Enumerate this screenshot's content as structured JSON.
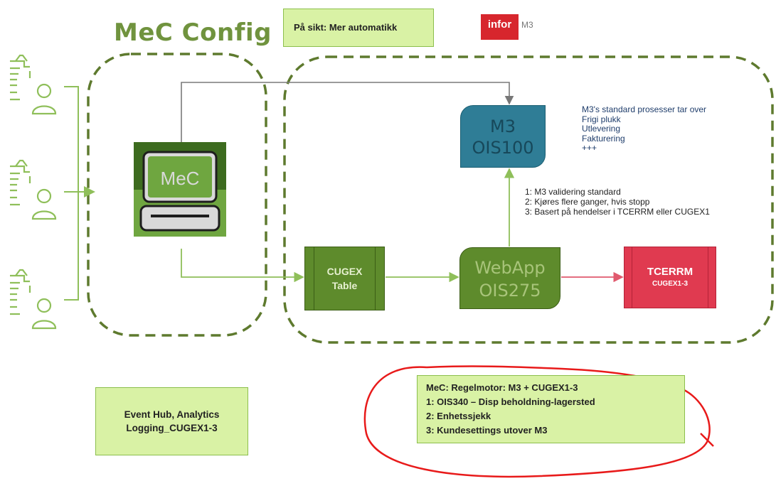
{
  "title": "MeC Config",
  "top_note": "På sikt: Mer automatikk",
  "logo": {
    "brand": "infor",
    "product": "M3",
    "color": "#d7262d"
  },
  "m3_box": {
    "line1": "M3",
    "line2": "OIS100"
  },
  "m3_notes": [
    "M3's standard prosesser tar over",
    "Frigi plukk",
    "Utlevering",
    "Fakturering",
    "+++"
  ],
  "validation_notes": [
    "1: M3 validering standard",
    "2: Kjøres flere ganger, hvis stopp",
    "3: Basert på hendelser i TCERRM eller CUGEX1"
  ],
  "monitor_label": "MeC",
  "cugex_box": {
    "line1": "CUGEX",
    "line2": "Table"
  },
  "webapp_box": {
    "line1": "WebApp",
    "line2": "OIS275"
  },
  "tcerrm_box": {
    "line1": "TCERRM",
    "line2": "CUGEX1-3"
  },
  "event_hub": {
    "line1": "Event Hub, Analytics",
    "line2": "Logging_CUGEX1-3"
  },
  "mec_rules": [
    "MeC: Regelmotor: M3 + CUGEX1-3",
    "1: OIS340 – Disp beholdning-lagersted",
    "2: Enhetssjekk",
    "3: Kundesettings utover M3"
  ],
  "colors": {
    "green": "#70933e",
    "dark_green": "#5e8b2c",
    "teal": "#2f7d96",
    "red": "#e03a50",
    "light_green": "#d9f2a5"
  }
}
